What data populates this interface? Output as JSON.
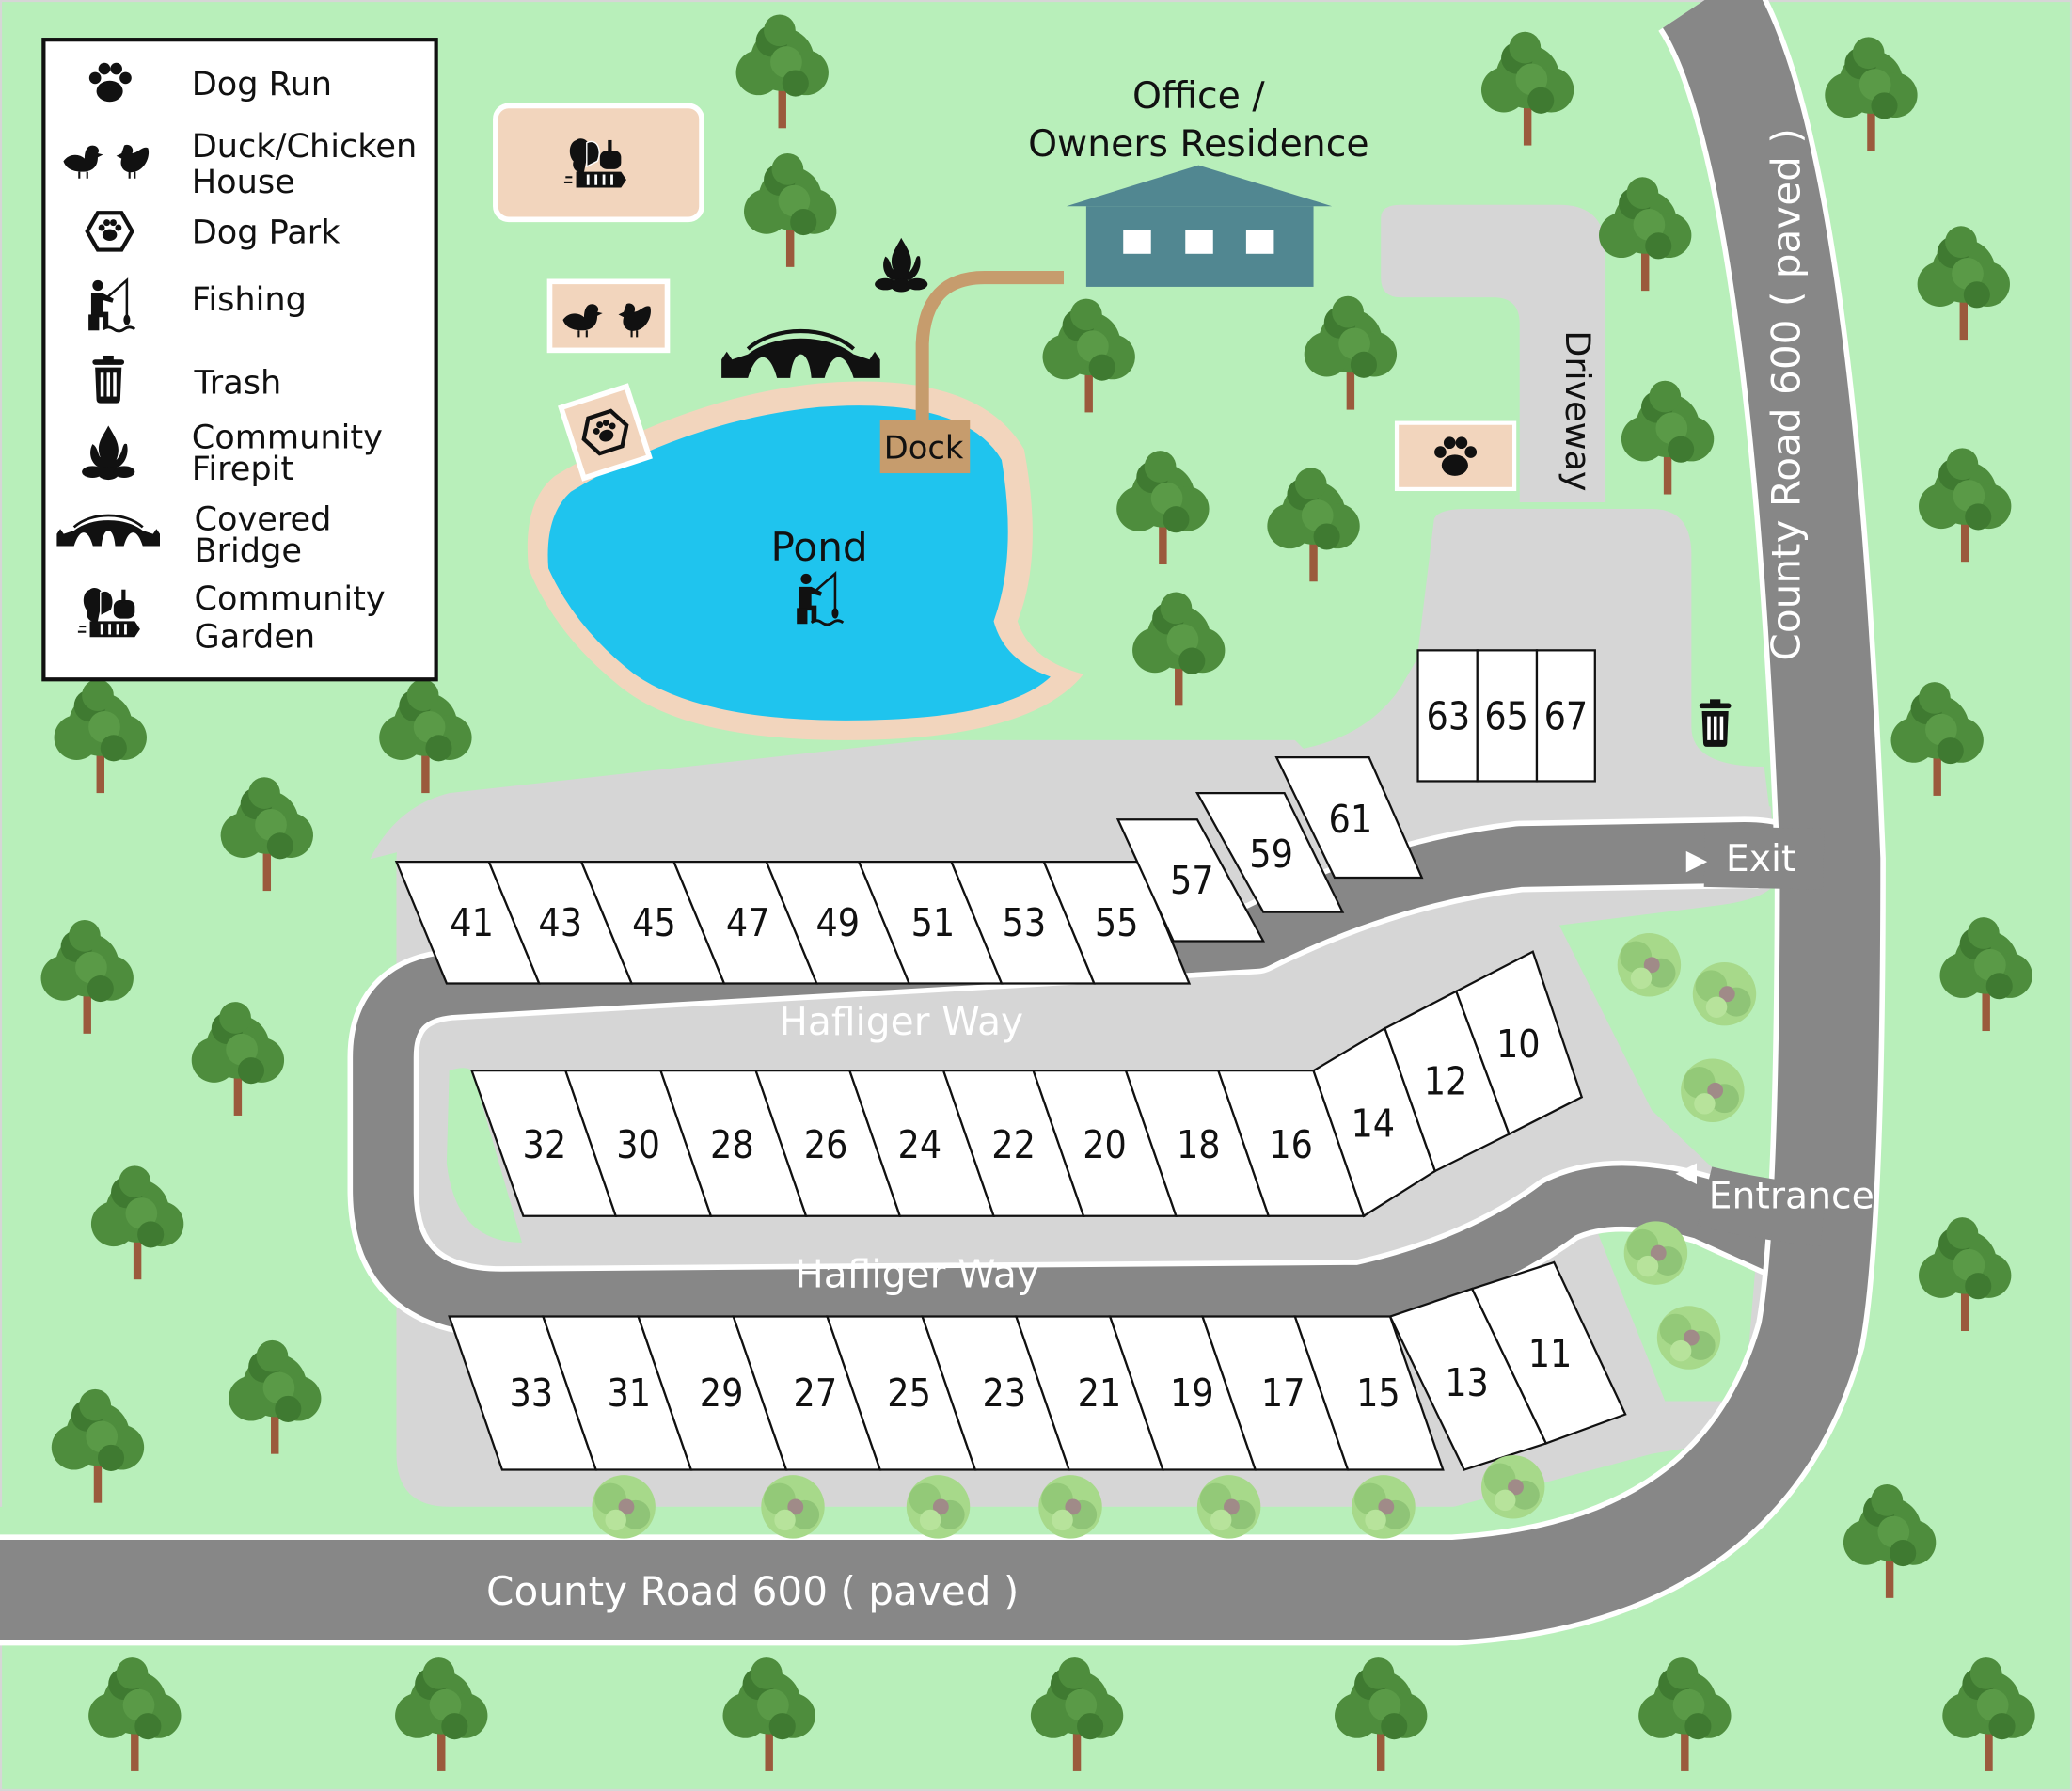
{
  "map": {
    "title_labels": {
      "office": "Office /",
      "office_line2": "Owners Residence",
      "pond": "Pond",
      "dock": "Dock",
      "driveway": "Driveway",
      "exit": "Exit",
      "entrance": "Entrance",
      "street_upper": "Hafliger Way",
      "street_lower": "Hafliger Way",
      "county_road_bottom": "County Road 600 ( paved )",
      "county_road_right": "County Road 600 ( paved )"
    },
    "colors": {
      "grass": "#b8efba",
      "road": "#878787",
      "pavement": "#d6d6d6",
      "pond": "#1fc4ee",
      "pond_shore": "#f2d5bd",
      "amenity_pad": "#f2d5bd",
      "office": "#518791",
      "dock": "#c69c6d",
      "lot": "#ffffff"
    }
  },
  "legend": {
    "items": [
      {
        "icon": "paw-icon",
        "label": "Dog Run"
      },
      {
        "icon": "duck-chicken-icon",
        "label": "Duck/Chicken",
        "label2": "House"
      },
      {
        "icon": "hexagon-paw-icon",
        "label": "Dog Park"
      },
      {
        "icon": "fishing-icon",
        "label": "Fishing"
      },
      {
        "icon": "trash-icon",
        "label": "Trash"
      },
      {
        "icon": "firepit-icon",
        "label": "Community",
        "label2": "Firepit"
      },
      {
        "icon": "bridge-icon",
        "label": "Covered",
        "label2": "Bridge"
      },
      {
        "icon": "garden-icon",
        "label": "Community",
        "label2": "Garden"
      }
    ]
  },
  "lots": {
    "upper_row": [
      "41",
      "43",
      "45",
      "47",
      "49",
      "51",
      "53",
      "55"
    ],
    "upper_step": [
      "57",
      "59",
      "61"
    ],
    "corner": [
      "63",
      "65",
      "67"
    ],
    "middle_row": [
      "32",
      "30",
      "28",
      "26",
      "24",
      "22",
      "20",
      "18",
      "16"
    ],
    "middle_angle": [
      "14",
      "12",
      "10"
    ],
    "lower_row": [
      "33",
      "31",
      "29",
      "27",
      "25",
      "23",
      "21",
      "19",
      "17",
      "15"
    ],
    "lower_angle": [
      "13",
      "11"
    ]
  }
}
